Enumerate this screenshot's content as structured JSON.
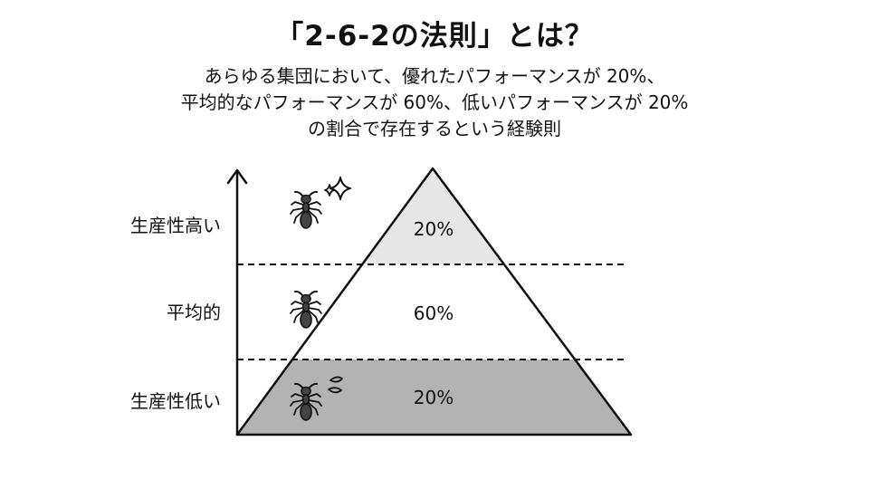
{
  "title": "「2-6-2の法則」とは？",
  "description": {
    "lines": [
      "あらゆる集団において、優れたパフォーマンスが 20%、",
      "平均的なパフォーマンスが 60%、低いパフォーマンスが 20%",
      "の割合で存在するという経験則"
    ]
  },
  "diagram": {
    "levels": [
      {
        "label": "生産性高い",
        "percent": "20%",
        "fill": "#e6e6e6",
        "icon": "ant-with-sparkles-icon"
      },
      {
        "label": "平均的",
        "percent": "60%",
        "fill": "#ffffff",
        "icon": "ant-icon"
      },
      {
        "label": "生産性低い",
        "percent": "20%",
        "fill": "#b3b3b3",
        "icon": "ant-with-sweat-icon"
      }
    ],
    "stroke_color": "#111111"
  },
  "chart_data": {
    "type": "pyramid",
    "title": "「2-6-2の法則」とは？",
    "categories": [
      "生産性高い",
      "平均的",
      "生産性低い"
    ],
    "values": [
      20,
      60,
      20
    ],
    "unit": "%",
    "ylabel": "",
    "xlabel": ""
  }
}
